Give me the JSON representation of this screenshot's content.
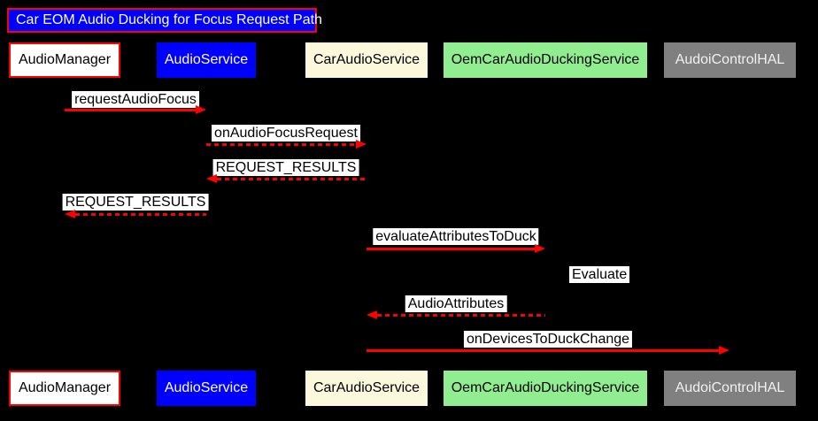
{
  "diagram": {
    "title": "Car EOM Audio Ducking for Focus Request Path",
    "participants": [
      {
        "label": "AudioManager",
        "fill": "#ffffff",
        "text_color": "#000000",
        "border_color": "#ff0000"
      },
      {
        "label": "AudioService",
        "fill": "#0000ff",
        "text_color": "#ffffff"
      },
      {
        "label": "CarAudioService",
        "fill": "#fbf8dc",
        "text_color": "#000000"
      },
      {
        "label": "OemCarAudioDuckingService",
        "fill": "#90ee90",
        "text_color": "#000000"
      },
      {
        "label": "AudoiControlHAL",
        "fill": "#808080",
        "text_color": "#f0f0f0"
      }
    ],
    "messages": [
      {
        "label": "requestAudioFocus",
        "from": "AudioManager",
        "to": "AudioService",
        "line": "solid",
        "direction": "right"
      },
      {
        "label": "onAudioFocusRequest",
        "from": "AudioService",
        "to": "CarAudioService",
        "line": "dashed",
        "direction": "right"
      },
      {
        "label": "REQUEST_RESULTS",
        "from": "CarAudioService",
        "to": "AudioService",
        "line": "dashed",
        "direction": "left"
      },
      {
        "label": "REQUEST_RESULTS",
        "from": "AudioService",
        "to": "AudioManager",
        "line": "dashed",
        "direction": "left"
      },
      {
        "label": "evaluateAttributesToDuck",
        "from": "CarAudioService",
        "to": "OemCarAudioDuckingService",
        "line": "solid",
        "direction": "right"
      },
      {
        "label": "Evaluate",
        "from": "OemCarAudioDuckingService",
        "to": "OemCarAudioDuckingService",
        "line": "self",
        "direction": "self"
      },
      {
        "label": "AudioAttributes",
        "from": "OemCarAudioDuckingService",
        "to": "CarAudioService",
        "line": "dashed",
        "direction": "left"
      },
      {
        "label": "onDevicesToDuckChange",
        "from": "CarAudioService",
        "to": "AudoiControlHAL",
        "line": "solid",
        "direction": "right"
      }
    ],
    "colors": {
      "background": "#000000",
      "arrow": "#ff0000",
      "title_fill": "#0000ff",
      "title_border": "#ff0000",
      "title_text": "#ffffff",
      "message_label_background": "#ffffff",
      "message_label_text": "#000000"
    }
  }
}
